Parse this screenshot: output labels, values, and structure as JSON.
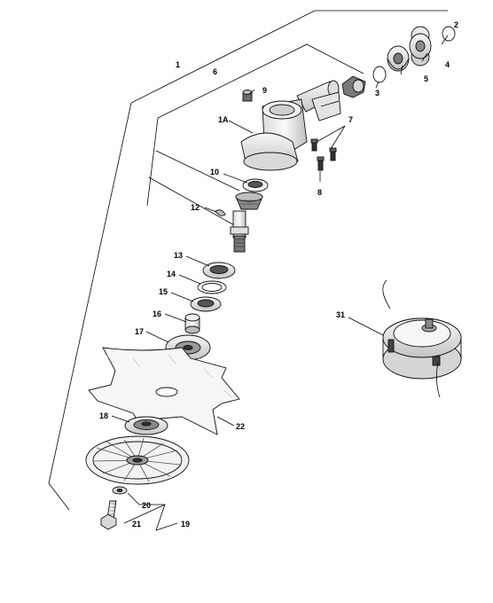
{
  "callouts": {
    "p1": "1",
    "p1a": "1A",
    "p2": "2",
    "p3": "3",
    "p4": "4",
    "p5": "5",
    "p6": "6",
    "p7": "7",
    "p8": "8",
    "p9": "9",
    "p10": "10",
    "p12": "12",
    "p13": "13",
    "p14": "14",
    "p15": "15",
    "p16": "16",
    "p17": "17",
    "p18": "18",
    "p19": "19",
    "p20": "20",
    "p21": "21",
    "p22": "22",
    "p31": "31"
  },
  "colors": {
    "ink": "#000000",
    "part_fill": "#f4f4f4",
    "part_shade": "#c8c8c8",
    "part_dark": "#555555"
  }
}
